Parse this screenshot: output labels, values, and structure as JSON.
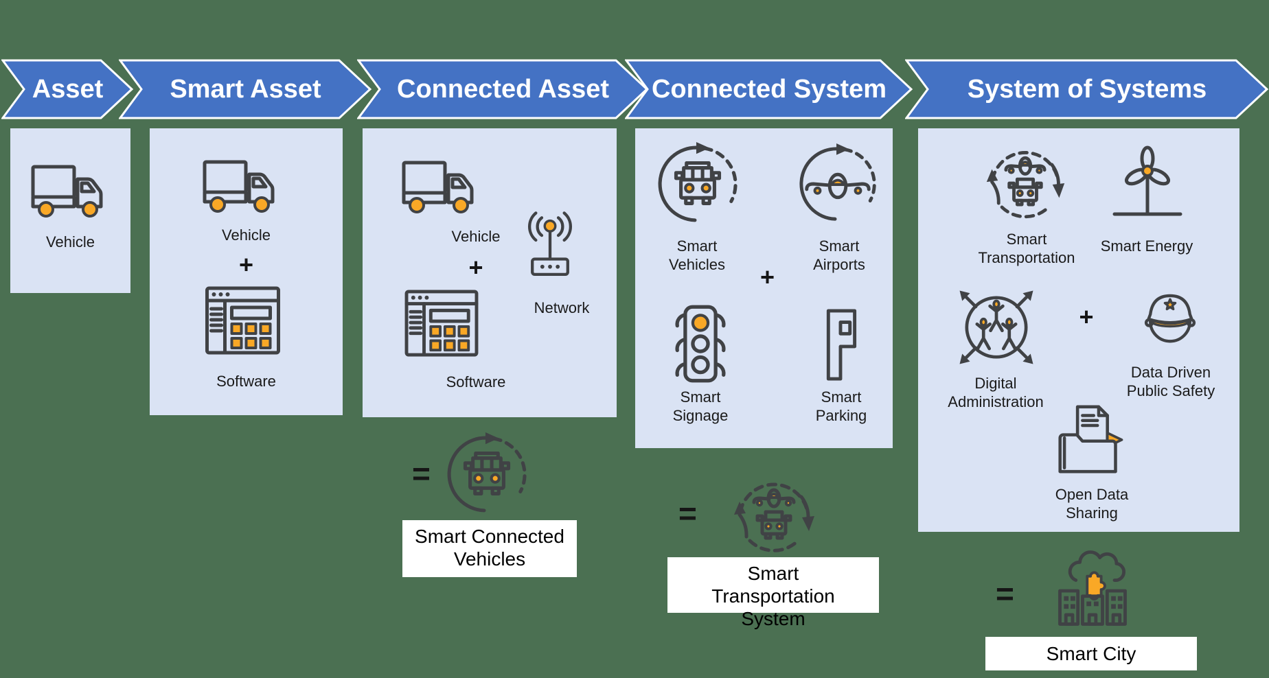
{
  "stages": [
    {
      "title": "Asset"
    },
    {
      "title": "Smart Asset"
    },
    {
      "title": "Connected Asset"
    },
    {
      "title": "Connected System"
    },
    {
      "title": "System of Systems"
    }
  ],
  "panels": {
    "asset": {
      "items": [
        {
          "label": "Vehicle",
          "icon": "truck-icon"
        }
      ]
    },
    "smart_asset": {
      "plus": "+",
      "items": [
        {
          "label": "Vehicle",
          "icon": "truck-icon"
        },
        {
          "label": "Software",
          "icon": "software-icon"
        }
      ]
    },
    "connected_asset": {
      "plus": "+",
      "items": [
        {
          "label": "Vehicle",
          "icon": "truck-icon"
        },
        {
          "label": "Software",
          "icon": "software-icon"
        },
        {
          "label": "Network",
          "icon": "network-icon"
        }
      ]
    },
    "connected_system": {
      "plus": "+",
      "items": [
        {
          "label": "Smart Vehicles",
          "icon": "smart-vehicle-loop-icon"
        },
        {
          "label": "Smart Airports",
          "icon": "smart-airport-loop-icon"
        },
        {
          "label": "Smart Signage",
          "icon": "traffic-light-icon"
        },
        {
          "label": "Smart Parking",
          "icon": "parking-icon"
        }
      ]
    },
    "system_of_systems": {
      "plus": "+",
      "items": [
        {
          "label": "Smart Transportation",
          "icon": "smart-transportation-loop-icon"
        },
        {
          "label": "Smart Energy",
          "icon": "wind-turbine-icon"
        },
        {
          "label": "Digital Administration",
          "icon": "digital-administration-icon"
        },
        {
          "label": "Data Driven Public Safety",
          "icon": "police-officer-icon"
        },
        {
          "label": "Open Data Sharing",
          "icon": "open-data-icon"
        }
      ]
    }
  },
  "results": [
    {
      "equals": "=",
      "label": "Smart Connected Vehicles",
      "icon": "smart-vehicle-loop-icon"
    },
    {
      "equals": "=",
      "label": "Smart Transportation System",
      "icon": "smart-transportation-loop-icon"
    },
    {
      "equals": "=",
      "label": "Smart City",
      "icon": "smart-city-icon"
    }
  ],
  "colors": {
    "canvas_bg": "#4B7052",
    "banner_blue": "#4472C4",
    "banner_text": "#FFFFFF",
    "panel_bg": "#DAE3F4",
    "icon_stroke": "#404245",
    "accent_orange": "#F9A826",
    "result_box_bg": "#FFFFFF"
  }
}
